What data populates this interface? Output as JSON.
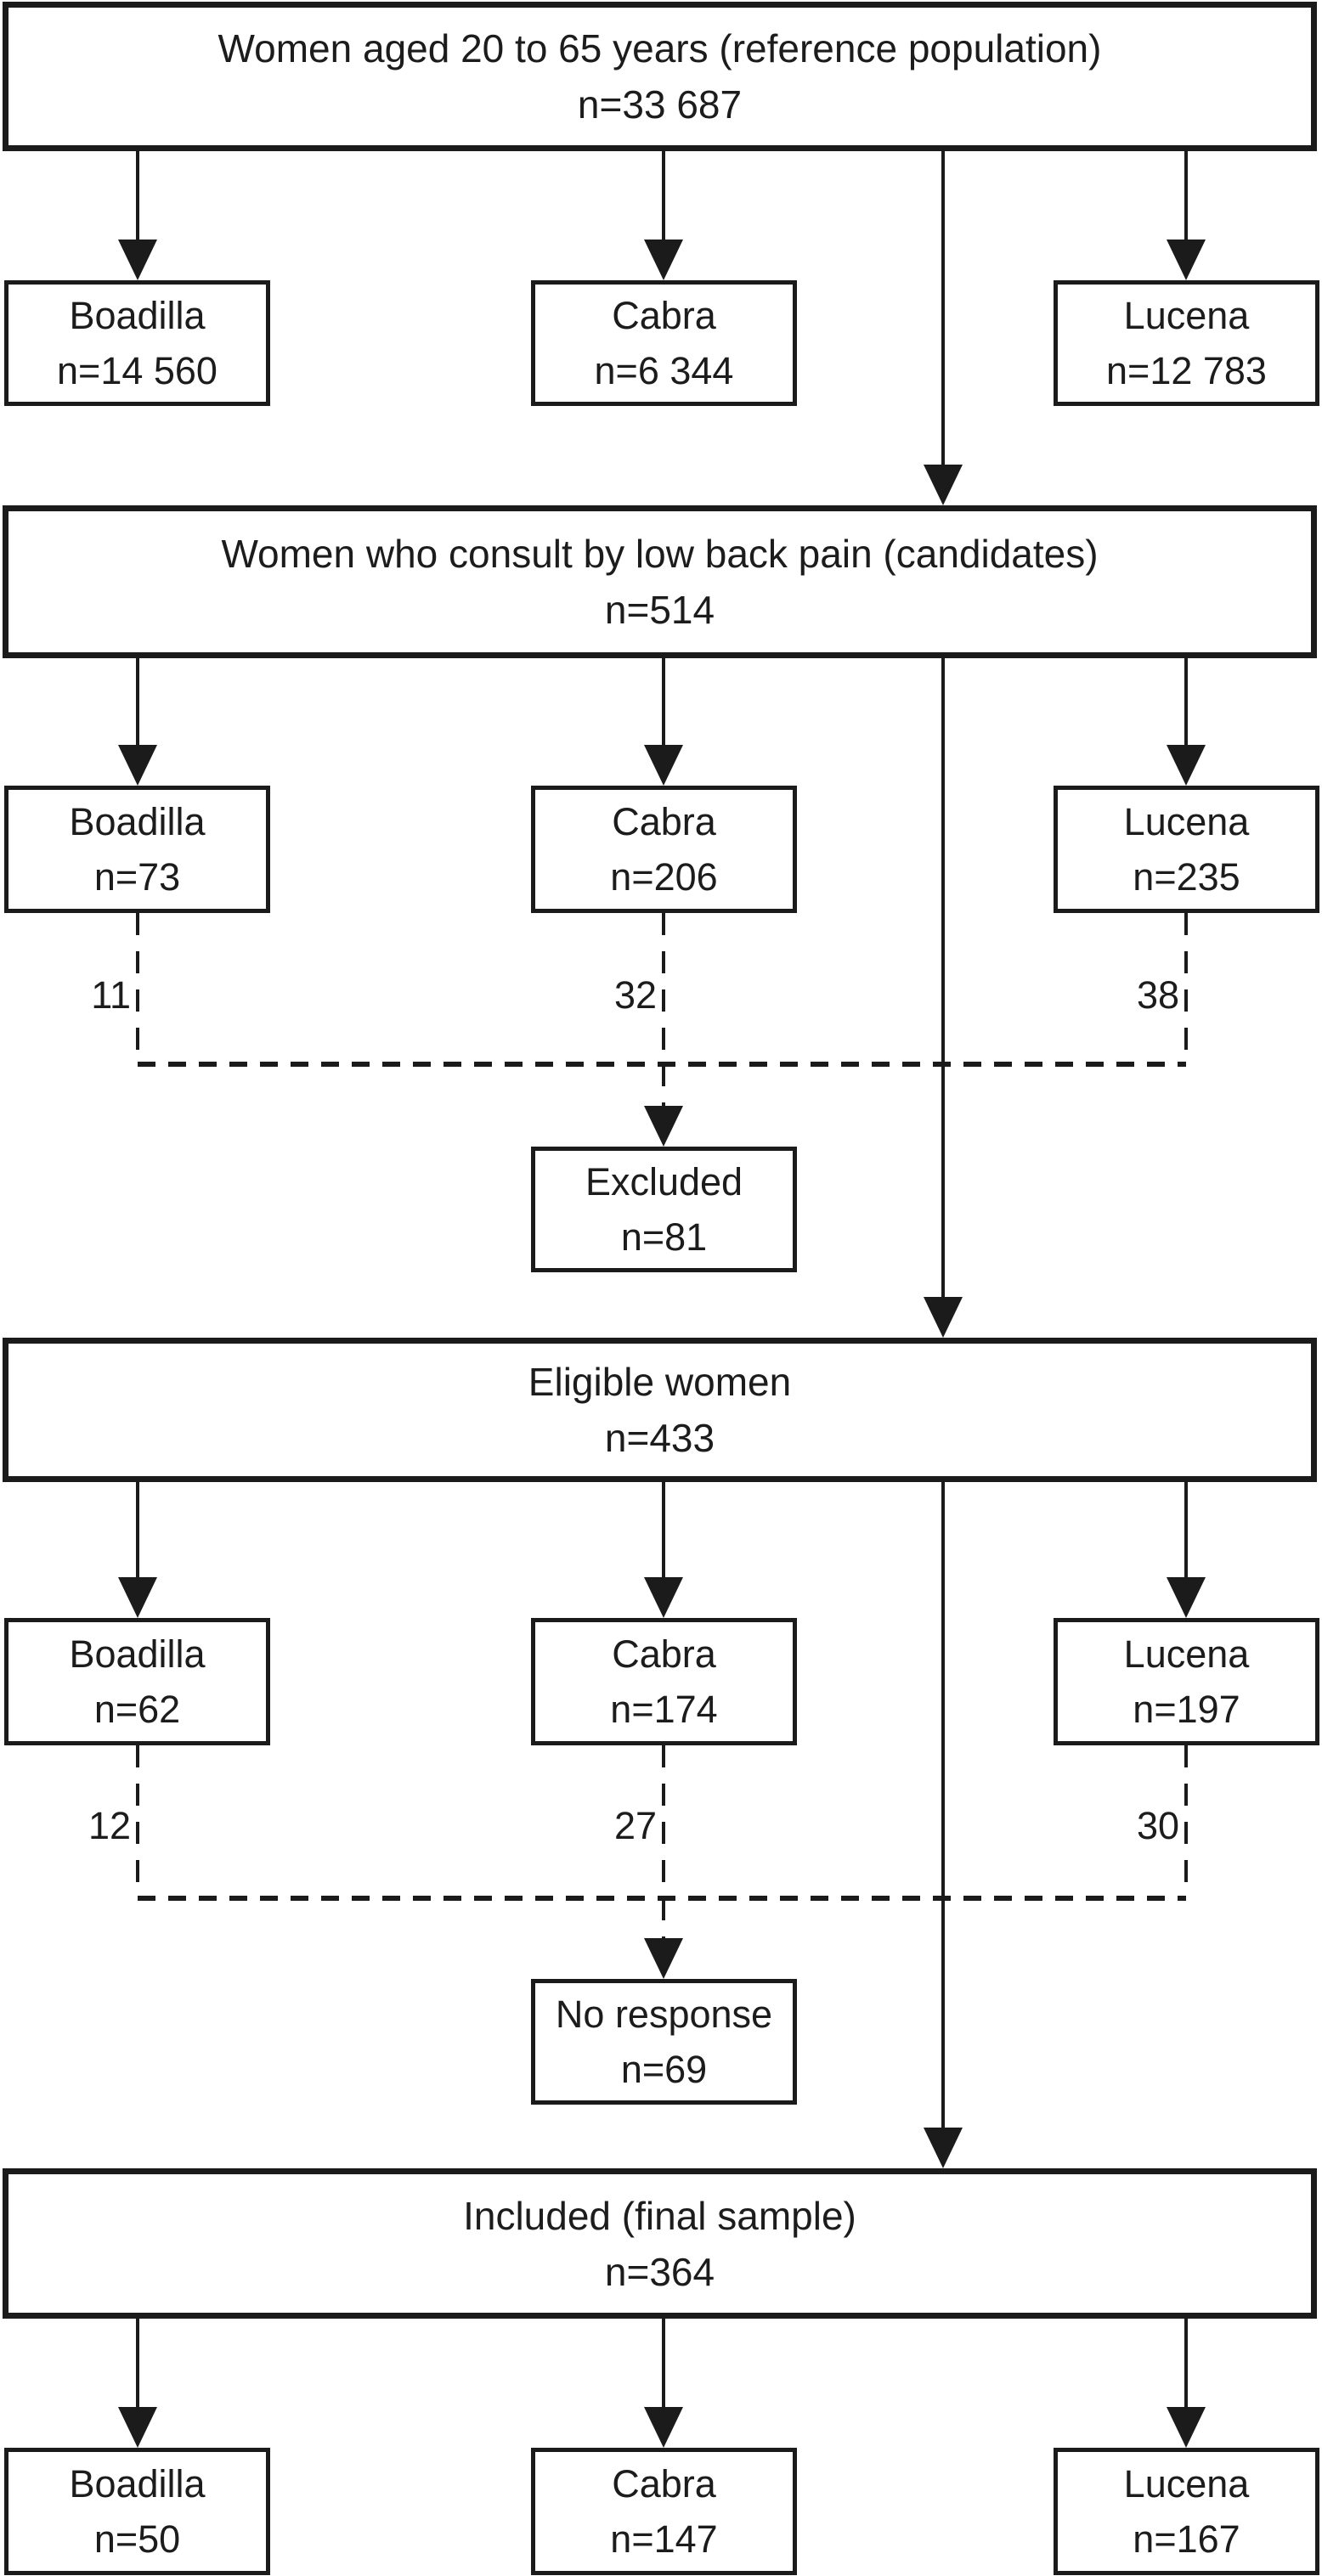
{
  "colors": {
    "line": "#1b1b1b",
    "text": "#1c1c1c",
    "background": "#ffffff"
  },
  "nodes": {
    "reference": {
      "label": "Women aged 20 to 65 years (reference population)",
      "count": "n=33 687"
    },
    "candidates": {
      "label": "Women who consult by low back pain (candidates)",
      "count": "n=514"
    },
    "eligible": {
      "label": "Eligible women",
      "count": "n=433"
    },
    "included": {
      "label": "Included (final sample)",
      "count": "n=364"
    },
    "excluded": {
      "label": "Excluded",
      "count": "n=81"
    },
    "no_response": {
      "label": "No response",
      "count": "n=69"
    },
    "row1": [
      {
        "label": "Boadilla",
        "count": "n=14 560"
      },
      {
        "label": "Cabra",
        "count": "n=6 344"
      },
      {
        "label": "Lucena",
        "count": "n=12 783"
      }
    ],
    "row2": [
      {
        "label": "Boadilla",
        "count": "n=73"
      },
      {
        "label": "Cabra",
        "count": "n=206"
      },
      {
        "label": "Lucena",
        "count": "n=235"
      }
    ],
    "row3": [
      {
        "label": "Boadilla",
        "count": "n=62"
      },
      {
        "label": "Cabra",
        "count": "n=174"
      },
      {
        "label": "Lucena",
        "count": "n=197"
      }
    ],
    "row4": [
      {
        "label": "Boadilla",
        "count": "n=50"
      },
      {
        "label": "Cabra",
        "count": "n=147"
      },
      {
        "label": "Lucena",
        "count": "n=167"
      }
    ]
  },
  "annotations": {
    "excluded_counts": [
      "11",
      "32",
      "38"
    ],
    "no_response_counts": [
      "12",
      "27",
      "30"
    ]
  }
}
